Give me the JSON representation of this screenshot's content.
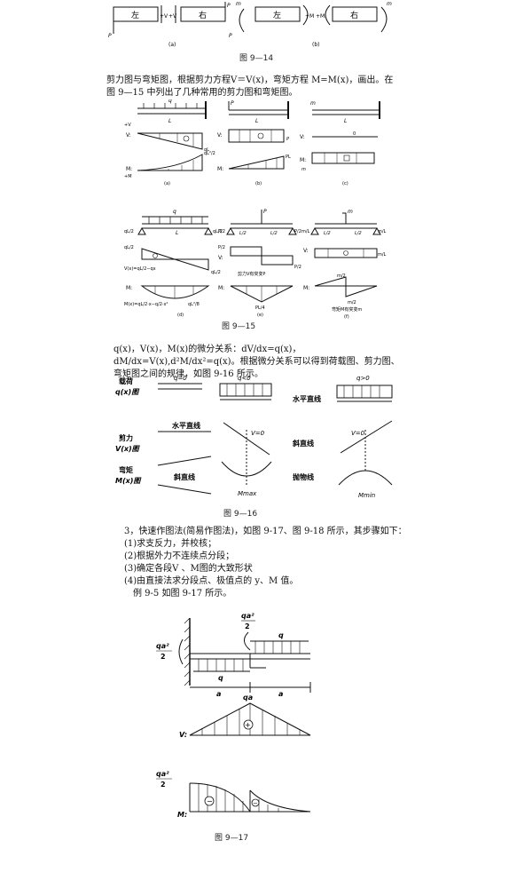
{
  "fig14": {
    "caption": "图 9—14",
    "left_box": "左",
    "right_box": "右",
    "sub_a": "(a)",
    "sub_b": "(b)",
    "v_label": "+V",
    "v_label2": "+V",
    "m_label": "+M",
    "m_label2": "+M",
    "p": "P",
    "m": "m"
  },
  "para1": "剪力图与弯矩图，根据剪力方程V＝V(x)，弯矩方程 M=M(x)，画出。在图 9—15 中列出了几种常用的剪力图和弯矩图。",
  "fig15": {
    "caption": "图 9—15",
    "sub_a": "(a)",
    "sub_b": "(b)",
    "sub_c": "(c)",
    "sub_d": "(d)",
    "sub_e": "(e)",
    "sub_f": "(f)",
    "q": "q",
    "L": "L",
    "P": "P",
    "m": "m",
    "V": "V:",
    "M": "M:",
    "qL": "qL",
    "qL2": "qL²/2",
    "PL": "PL",
    "zero": "0",
    "m_lbl": "m",
    "qL_2": "qL/2",
    "L_2": "L/2",
    "P_2": "P/2",
    "m_L": "m/L",
    "PL_4": "PL/4",
    "m_2": "m/2",
    "shear_jump": "剪力V有突变P",
    "moment_jump": "弯矩M有突变m",
    "vx": "V(x)=qL/2−qx",
    "mx": "M(x)=qL/2·x−q/2·x²",
    "qL2_8": "qL²/8",
    "plus_v": "+V",
    "plus_m": "+M",
    "x": "x"
  },
  "para2": "q(x)，V(x)，M(x)的微分关系：dV/dx=q(x)，dM/dx=V(x),d²M/dx²=q(x)。根据微分关系可以得到荷载图、剪力图、弯矩图之间的规律，如图 9-16 所示。",
  "fig16": {
    "caption": "图 9—16",
    "row1_a": "载荷",
    "row1_b": "q(x)图",
    "row2_a": "剪力",
    "row2_b": "V(x)图",
    "row3_a": "弯矩",
    "row3_b": "M(x)图",
    "q0": "q=0",
    "qneg": "q<0",
    "qpos": "q>0",
    "horiz": "水平直线",
    "horiz2": "水平直线",
    "slope": "斜直线",
    "slope2": "斜直线",
    "parabola": "抛物线",
    "v0a": "V=0",
    "v0b": "V=0",
    "mmax": "Mmax",
    "mmin": "Mmin"
  },
  "steps": {
    "intro": "3，快速作图法(简易作图法)，如图 9-17、图 9-18 所示，其步骤如下：",
    "s1": "(1)求支反力，并校核；",
    "s2": "(2)根据外力不连续点分段；",
    "s3": "(3)确定各段V 、M图的大致形状",
    "s4": "(4)由直接法求分段点、极值点的 y、M 值。",
    "example": "例 9-5 如图 9-17 所示。"
  },
  "fig17": {
    "caption": "图 9—17",
    "qa2_top": "qa²",
    "two_top": "2",
    "qa2_left": "qa²",
    "two_left": "2",
    "q1": "q",
    "q2": "q",
    "a1": "a",
    "a2": "a",
    "qa": "qa",
    "V": "V:",
    "qa2_m": "qa²",
    "two_m": "2",
    "M": "M:"
  }
}
